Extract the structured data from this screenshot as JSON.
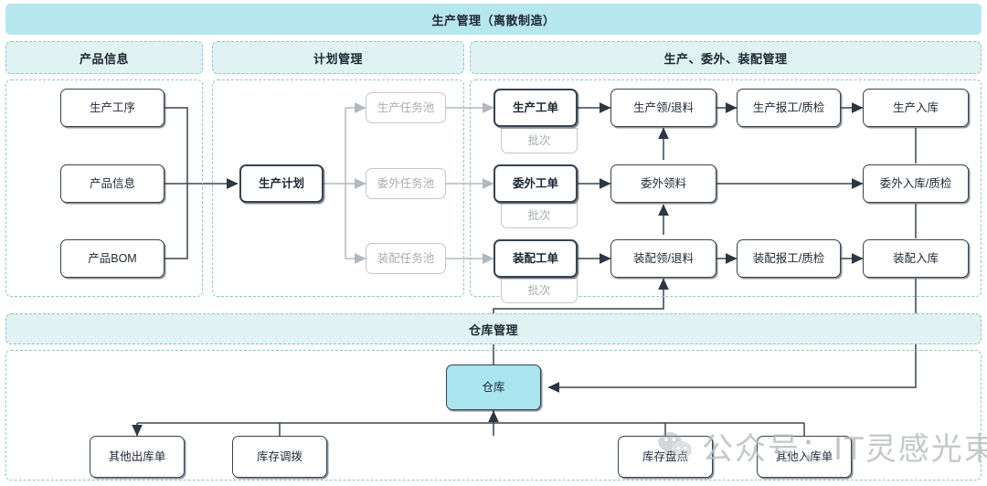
{
  "header": {
    "title": "生产管理（离散制造）"
  },
  "sections": [
    {
      "id": "product-info",
      "label": "产品信息"
    },
    {
      "id": "plan-mgmt",
      "label": "计划管理"
    },
    {
      "id": "prod-out-asm",
      "label": "生产、委外、装配管理"
    },
    {
      "id": "warehouse-mgmt",
      "label": "仓库管理"
    }
  ],
  "nodes": {
    "process": "生产工序",
    "product_info": "产品信息",
    "product_bom": "产品BOM",
    "prod_plan": "生产计划",
    "pool_prod": "生产任务池",
    "pool_out": "委外任务池",
    "pool_asm": "装配任务池",
    "wo_prod": "生产工单",
    "wo_out": "委外工单",
    "wo_asm": "装配工单",
    "batch_1": "批次",
    "batch_2": "批次",
    "batch_3": "批次",
    "prod_issue": "生产领/退料",
    "out_issue": "委外领料",
    "asm_issue": "装配领/退料",
    "prod_report": "生产报工/质检",
    "asm_report": "装配报工/质检",
    "prod_in": "生产入库",
    "out_in": "委外入库/质检",
    "asm_in": "装配入库",
    "warehouse": "仓库",
    "other_out": "其他出库单",
    "stock_move": "库存调拨",
    "stock_count": "库存盘点",
    "other_in": "其他入库单"
  },
  "watermark": {
    "text": "公众号：IT灵感光束",
    "icon": "wechat-icon"
  },
  "colors": {
    "band_main": "#b7e7ee",
    "band_sub": "#e0f2f1",
    "dash_border": "#8ec6c9",
    "node_border": "#37434f",
    "accent_fill": "#a9e4ef",
    "ghost": "#c2c6c9"
  }
}
